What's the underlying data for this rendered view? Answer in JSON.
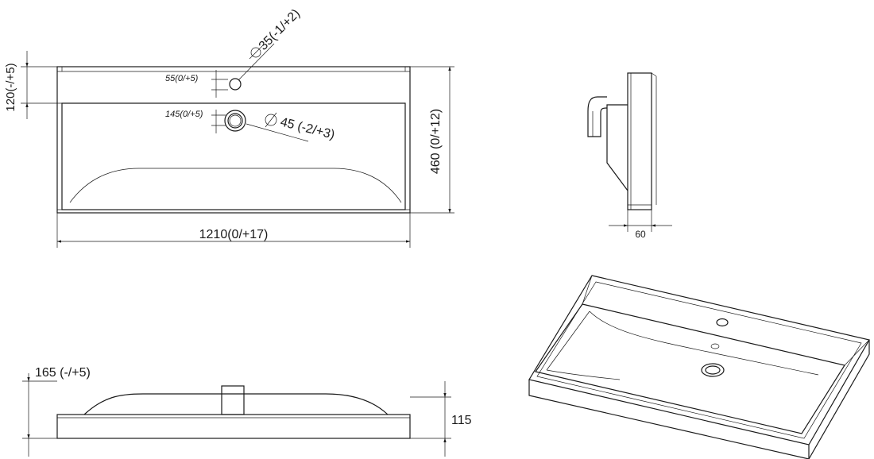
{
  "dimensions": {
    "width": "1210(0/+17)",
    "depth": "460  (0/+12)",
    "back_ledge": "120(-/+5)",
    "tap_hole_offset": "55(0/+5)",
    "drain_offset": "145(0/+5)",
    "tap_hole_dia": "35(-1/+2)",
    "drain_dia": "45  (-2/+3)",
    "side_thickness": "60",
    "total_height": "165  (-/+5)",
    "basin_height": "115"
  }
}
